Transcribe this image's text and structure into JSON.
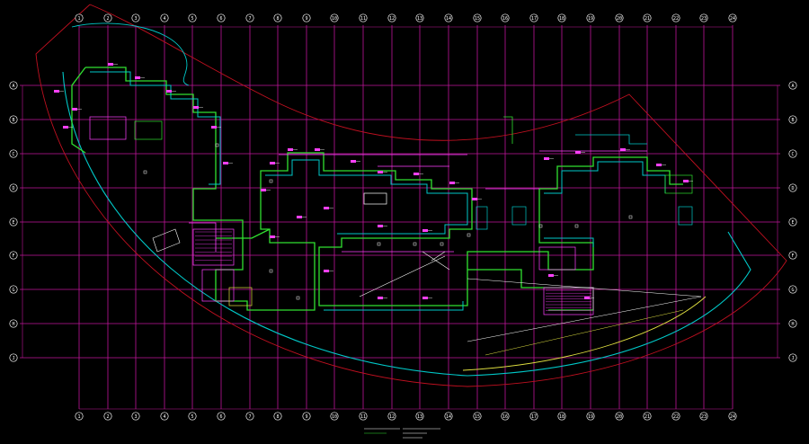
{
  "drawing": {
    "background": "#000000",
    "grid_color": "#c0169a",
    "outer_boundary_color": "#c01020",
    "wall_colors": {
      "primary": "#30e030",
      "secondary": "#00c8c8",
      "tertiary": "#ff40ff",
      "detail": "#e0e040",
      "white": "#ffffff"
    },
    "column_axes": [
      "1",
      "2",
      "3",
      "4",
      "5",
      "6",
      "7",
      "8",
      "9",
      "10",
      "11",
      "12",
      "13",
      "14",
      "15",
      "16",
      "17",
      "18",
      "19",
      "20",
      "21",
      "22",
      "23",
      "24"
    ],
    "row_axes": [
      "A",
      "B",
      "C",
      "D",
      "E",
      "F",
      "G",
      "H",
      "J"
    ]
  }
}
